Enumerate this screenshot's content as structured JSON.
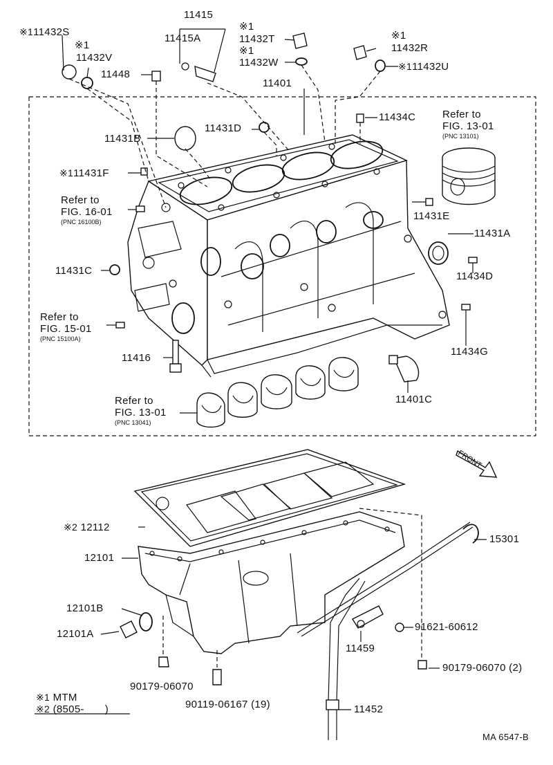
{
  "labels": {
    "p11415": "11415",
    "p11415A": "11415A",
    "p11432S": "11432S",
    "p11432V": "11432V",
    "p11448": "11448",
    "p11432T": "11432T",
    "p11432W": "11432W",
    "p11432R": "11432R",
    "p11432U": "11432U",
    "p11401": "11401",
    "p11434C": "11434C",
    "p11431D": "11431D",
    "p11431B": "11431B",
    "p11431F": "11431F",
    "p11431E": "11431E",
    "p11431A": "11431A",
    "p11431C": "11431C",
    "p11434D": "11434D",
    "p11434G": "11434G",
    "p11416": "11416",
    "p11401C": "11401C",
    "p12112": "12112",
    "p12101": "12101",
    "p12101B": "12101B",
    "p12101A": "12101A",
    "p15301": "15301",
    "p91621": "91621-60612",
    "p11459": "11459",
    "p90179a": "90179-06070",
    "p90119": "90119-06167 (19)",
    "p90179b": "90179-06070 (2)",
    "p11452": "11452"
  },
  "marks": {
    "m1": "※1",
    "m2": "※2"
  },
  "refs": {
    "piston": {
      "refer": "Refer to",
      "fig": "FIG. 13-01",
      "pnc": "(PNC 13101)"
    },
    "fig16": {
      "refer": "Refer to",
      "fig": "FIG. 16-01",
      "pnc": "(PNC 16100B)"
    },
    "fig15": {
      "refer": "Refer to",
      "fig": "FIG. 15-01",
      "pnc": "(PNC 15100A)"
    },
    "bearing": {
      "refer": "Refer to",
      "fig": "FIG. 13-01",
      "pnc": "(PNC 13041)"
    }
  },
  "front_label": "FRONT",
  "legend": {
    "items": [
      {
        "mark": "※1",
        "text": "MTM"
      },
      {
        "mark": "※2",
        "text": "(8505-"
      }
    ]
  },
  "footer": {
    "code": "MA  6547-B"
  }
}
